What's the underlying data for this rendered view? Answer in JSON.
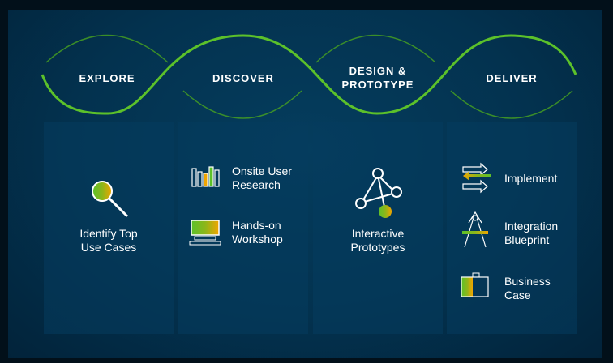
{
  "stages": [
    "EXPLORE",
    "DISCOVER",
    "DESIGN &",
    "PROTOTYPE",
    "DELIVER"
  ],
  "explore": {
    "items": [
      [
        "Identify Top",
        "Use Cases"
      ]
    ]
  },
  "discover": {
    "items": [
      [
        "Onsite User",
        "Research"
      ],
      [
        "Hands-on",
        "Workshop"
      ]
    ]
  },
  "design": {
    "items": [
      [
        "Interactive",
        "Prototypes"
      ]
    ]
  },
  "deliver": {
    "items": [
      [
        "Implement"
      ],
      [
        "Integration",
        "Blueprint"
      ],
      [
        "Business",
        "Case"
      ]
    ]
  },
  "colors": {
    "green": "#5cc12a",
    "yellow": "#f0a500"
  }
}
